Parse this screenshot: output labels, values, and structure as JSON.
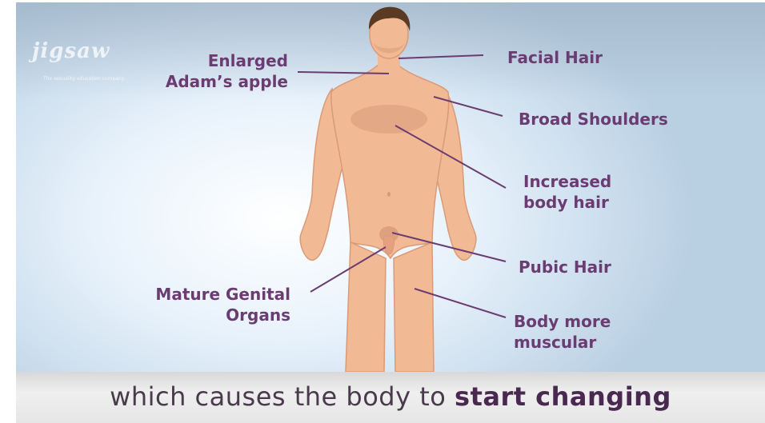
{
  "logo": {
    "text": "jigsaw",
    "tagline": "The sexuality education company"
  },
  "labels": {
    "facial_hair": "Facial Hair",
    "adams_apple": "Enlarged\nAdam’s apple",
    "broad_shoulders": "Broad Shoulders",
    "body_hair": "Increased\nbody hair",
    "pubic_hair": "Pubic Hair",
    "genital_organs": "Mature Genital\nOrgans",
    "muscular": "Body more\nmuscular"
  },
  "caption": {
    "normal": "which causes the body to ",
    "bold": "start changing"
  },
  "colors": {
    "label": "#6b3c71",
    "skin": "#f2b995",
    "skin_shade": "#e5a07f",
    "hair": "#5a3a22",
    "line": "#6b3c71"
  }
}
